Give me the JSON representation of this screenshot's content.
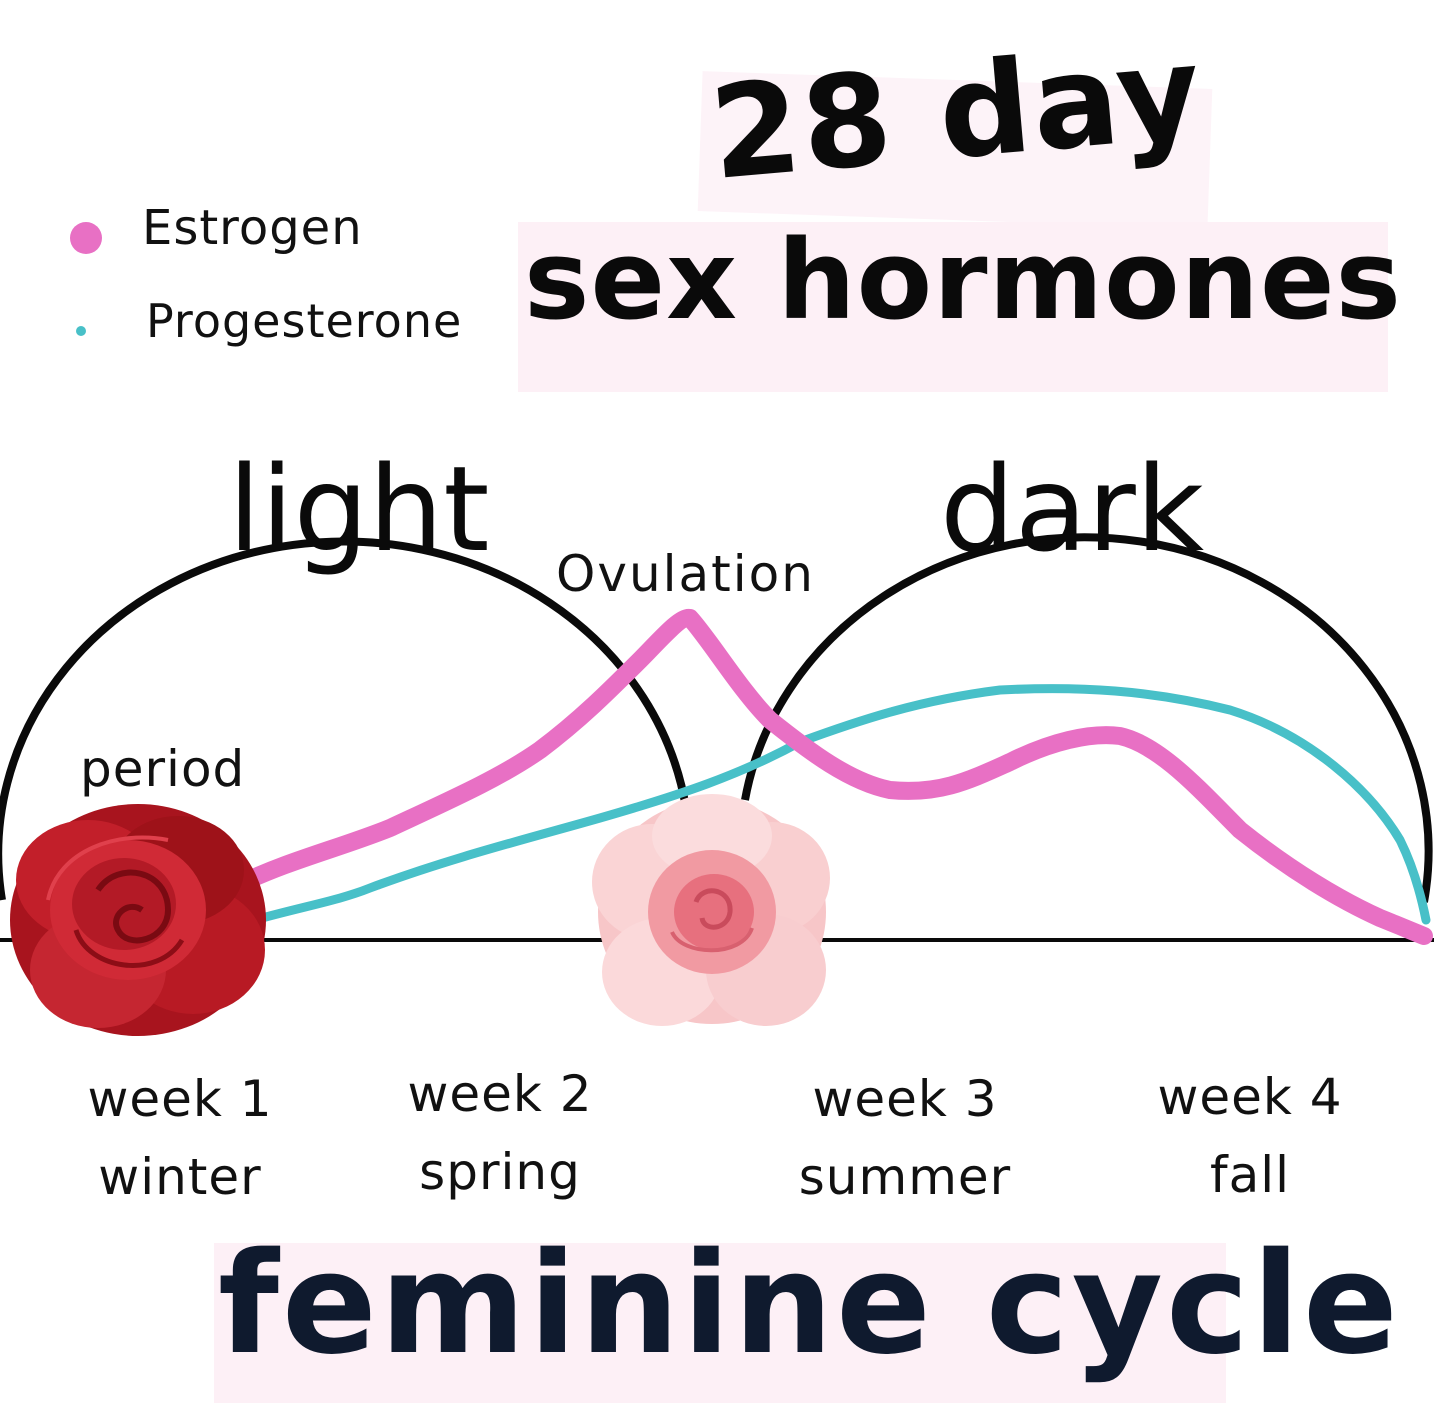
{
  "legend": [
    {
      "label": "Estrogen",
      "color": "#e870c4"
    },
    {
      "label": "Progesterone",
      "color": "#48c0c8"
    }
  ],
  "title_line1": "28 day",
  "title_line2": "sex hormones",
  "phase_labels": {
    "light": "light",
    "dark": "dark"
  },
  "annotations": {
    "ovulation": "Ovulation",
    "period": "period"
  },
  "weeks": [
    {
      "week": "week 1",
      "season": "winter"
    },
    {
      "week": "week 2",
      "season": "spring"
    },
    {
      "week": "week 3",
      "season": "summer"
    },
    {
      "week": "week 4",
      "season": "fall"
    }
  ],
  "footer": "feminine cycle",
  "icons": [
    "red-rose-icon",
    "pink-rose-icon"
  ],
  "colors": {
    "estrogen": "#e870c4",
    "progesterone": "#48c0c8",
    "highlight": "#fdf0f6",
    "footer_text": "#0f1a2e"
  }
}
